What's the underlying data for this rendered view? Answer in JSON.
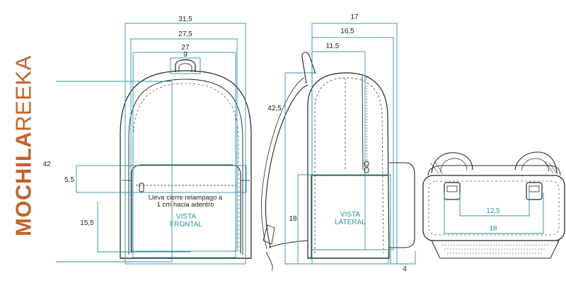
{
  "title": {
    "bold": "MOCHILA",
    "light": "REEKA"
  },
  "dimensions": {
    "front_width_outer": "31,5",
    "front_width_mid": "27,5",
    "front_width_inner": "27",
    "handle_width": "9",
    "front_height": "42",
    "pocket_height": "5,5",
    "pocket_lower_height": "15,5",
    "side_depth_outer": "17",
    "side_depth_mid": "16,5",
    "side_depth_inner": "11,5",
    "side_height": "42,5",
    "side_pocket_height": "18",
    "side_pocket_depth": "4",
    "bottom_inner": "12,5",
    "bottom_outer": "18"
  },
  "notes": {
    "zipper_line1": "Lleva cierre relampago a",
    "zipper_line2": "1 cm hacia adentro"
  },
  "views": {
    "front_line1": "VISTA",
    "front_line2": "FRONTAL",
    "side_line1": "VISTA",
    "side_line2": "LATERAL"
  },
  "colors": {
    "dimension": "#2e8fa6",
    "title": "#c0622b",
    "outline": "#222222"
  }
}
